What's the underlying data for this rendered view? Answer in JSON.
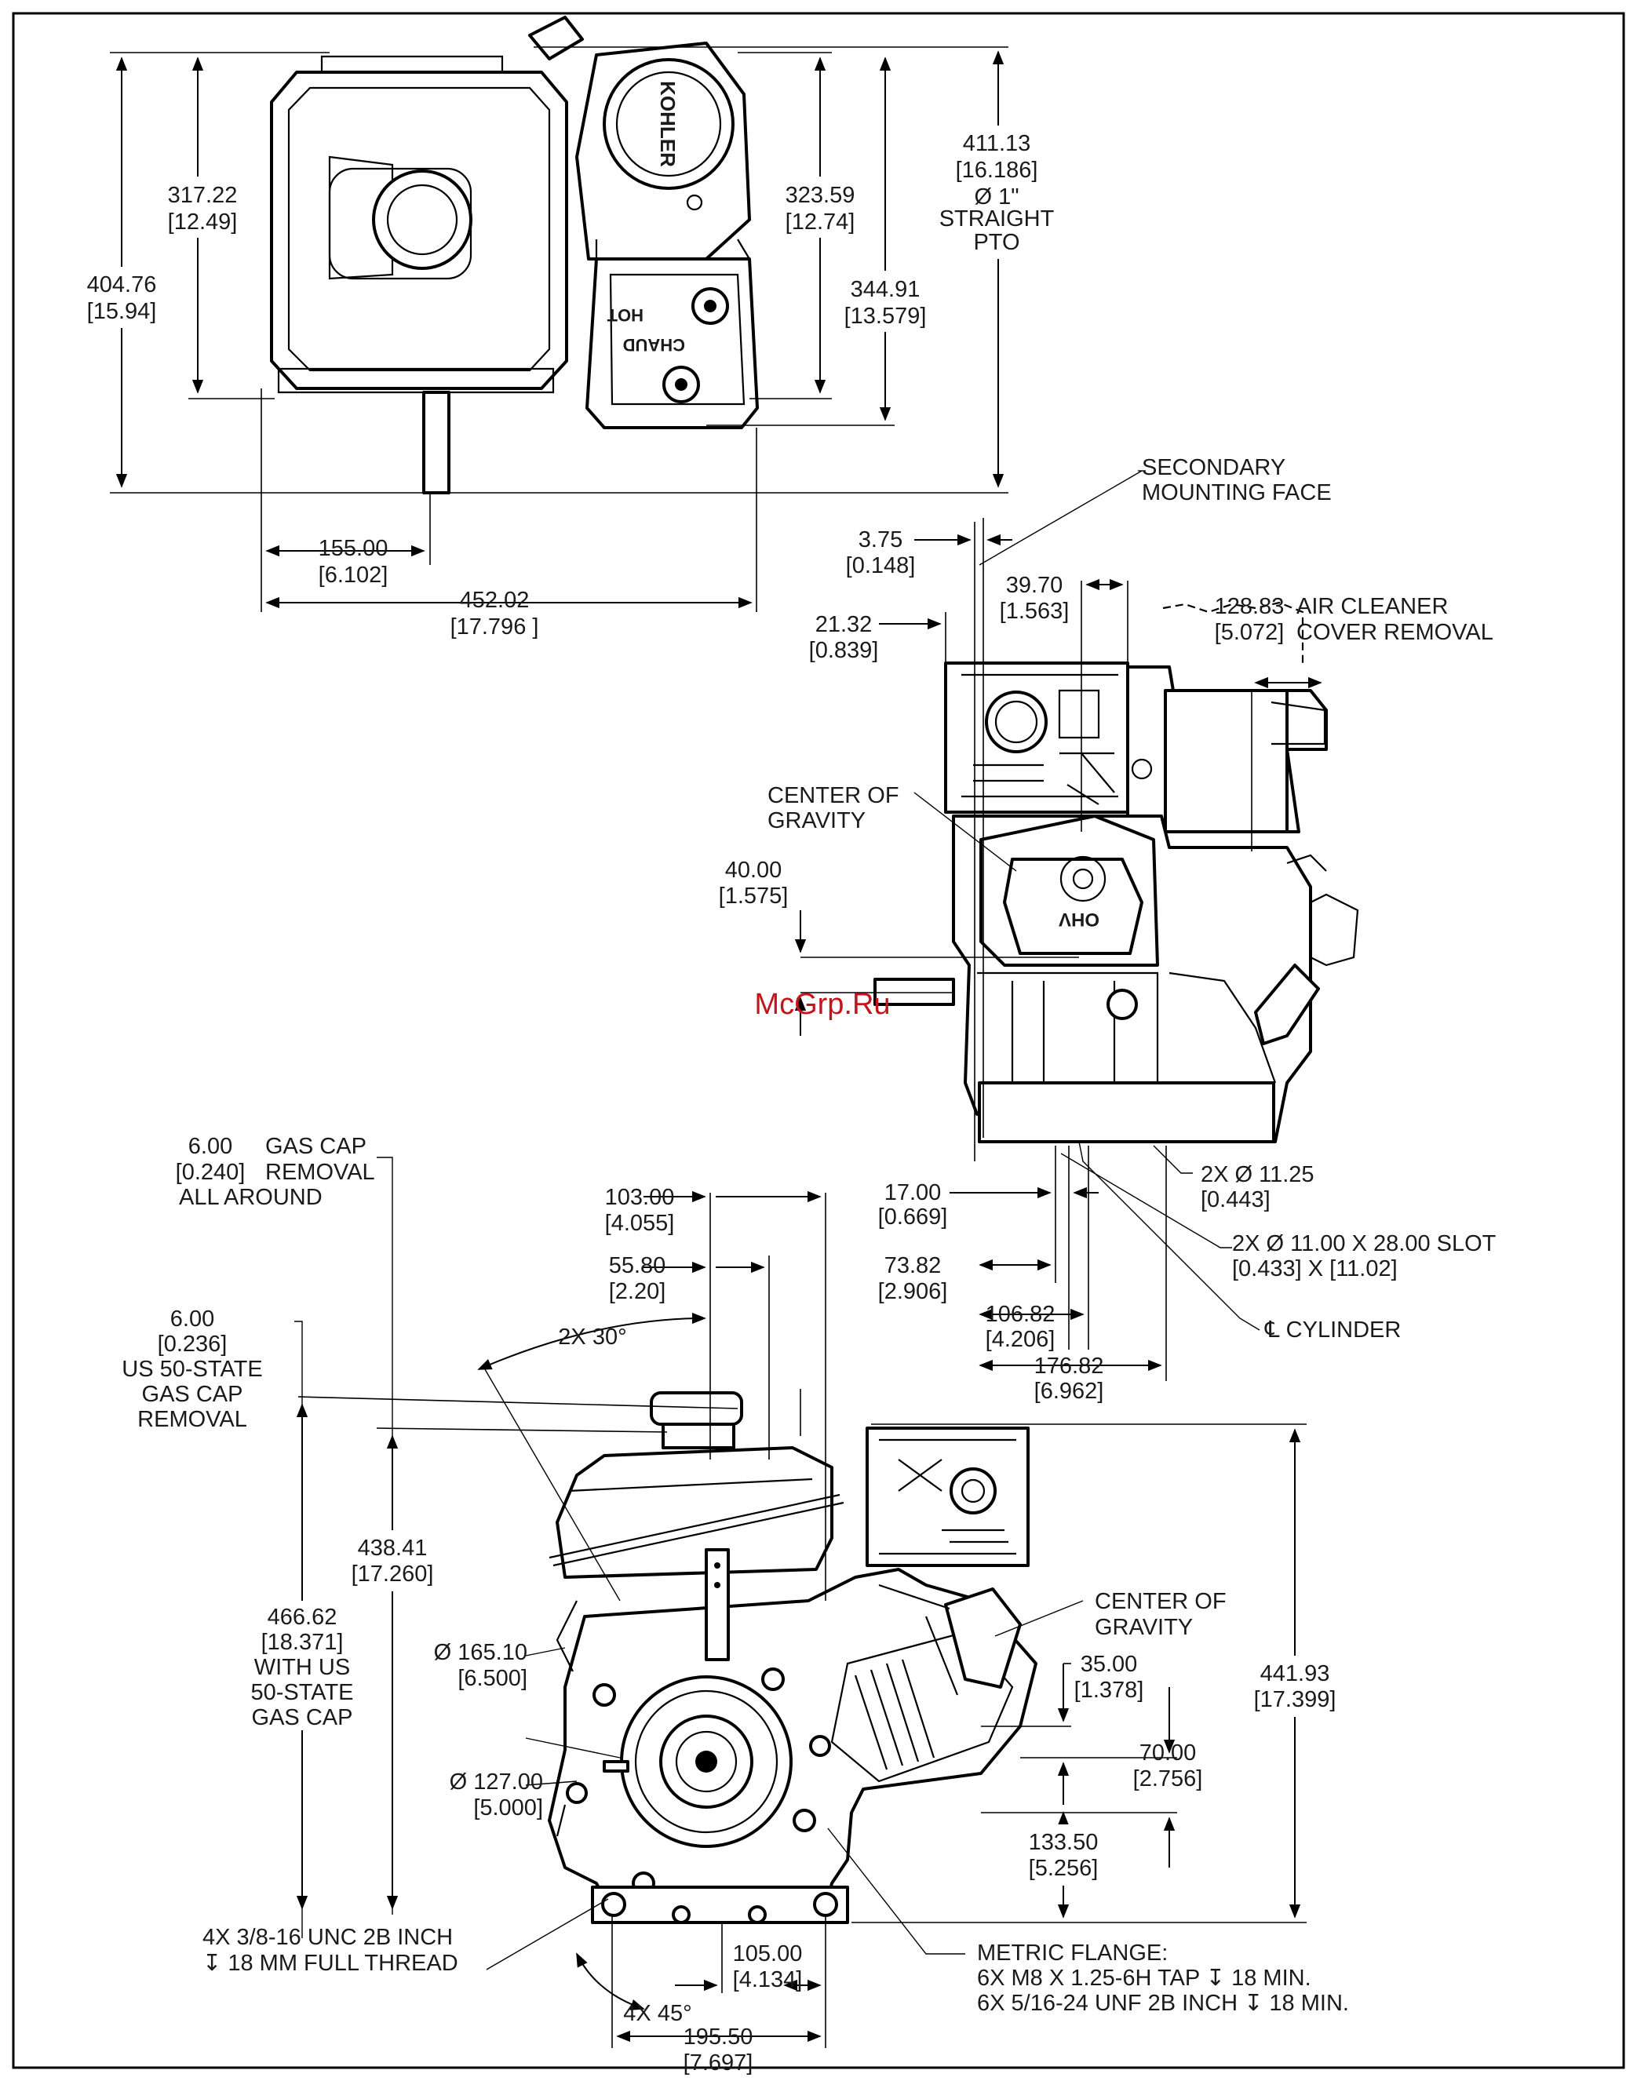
{
  "watermark": "McGrp.Ru",
  "top_view": {
    "brand_mark": "KOHLER",
    "panel_text": [
      "CHAUD",
      "HOT"
    ],
    "dims": {
      "h_317": [
        "317.22",
        "[12.49]"
      ],
      "h_404": [
        "404.76",
        "[15.94]"
      ],
      "h_323": [
        "323.59",
        "[12.74]"
      ],
      "h_344": [
        "344.91",
        "[13.579]"
      ],
      "pto": [
        "411.13",
        "[16.186]",
        "Ø 1\"",
        "STRAIGHT",
        "PTO"
      ],
      "w_155": [
        "155.00",
        "[6.102]"
      ],
      "w_452": [
        "452.02",
        "[17.796 ]"
      ]
    }
  },
  "side_view": {
    "badge": "OHV",
    "dims": {
      "secondary": [
        "SECONDARY",
        "MOUNTING FACE"
      ],
      "d_375": [
        "3.75",
        "[0.148]"
      ],
      "d_2132": [
        "21.32",
        "[0.839]"
      ],
      "d_3970": [
        "39.70",
        "[1.563]"
      ],
      "air_cleaner": [
        "128.83",
        "[5.072]",
        "AIR CLEANER",
        "COVER REMOVAL"
      ],
      "cog": [
        "CENTER OF",
        "GRAVITY"
      ],
      "d_40": [
        "40.00",
        "[1.575]"
      ],
      "d_17": [
        "17.00",
        "[0.669]"
      ],
      "d_7382": [
        "73.82",
        "[2.906]"
      ],
      "d_10682": [
        "106.82",
        "[4.206]"
      ],
      "d_17682": [
        "176.82",
        "[6.962]"
      ],
      "hole": [
        "2X Ø 11.25",
        "[0.443]"
      ],
      "slot": [
        "2X Ø 11.00 X 28.00 SLOT",
        "[0.433] X [11.02]"
      ],
      "cylinder": "℄ CYLINDER"
    }
  },
  "front_view": {
    "dims": {
      "gascap1": [
        "6.00",
        "[0.240]",
        "GAS CAP",
        "REMOVAL",
        "ALL  AROUND"
      ],
      "gascap2": [
        "6.00",
        "[0.236]",
        "US 50-STATE",
        "GAS CAP",
        "REMOVAL"
      ],
      "d_103": [
        "103.00",
        "[4.055]"
      ],
      "d_5580": [
        "55.80",
        "[2.20]"
      ],
      "angle_30": "2X 30°",
      "h_438": [
        "438.41",
        "[17.260]"
      ],
      "h_466": [
        "466.62",
        "[18.371]",
        "WITH US",
        "50-STATE",
        "GAS CAP"
      ],
      "d_165": [
        "Ø 165.10",
        "[6.500]"
      ],
      "d_127": [
        "Ø 127.00",
        "[5.000]"
      ],
      "cog": [
        "CENTER OF",
        "GRAVITY"
      ],
      "d_35": [
        "35.00",
        "[1.378]"
      ],
      "d_70": [
        "70.00",
        "[2.756]"
      ],
      "h_441": [
        "441.93",
        "[17.399]"
      ],
      "d_13350": [
        "133.50",
        "[5.256]"
      ],
      "thread": [
        "4X 3/8-16 UNC 2B INCH",
        "↧ 18 MM FULL THREAD"
      ],
      "angle_45": "4X 45°",
      "d_105": [
        "105.00",
        "[4.134]"
      ],
      "d_19550": [
        "195.50",
        "[7.697]"
      ],
      "flange": [
        "METRIC FLANGE:",
        "6X M8 X 1.25-6H TAP ↧ 18 MIN.",
        "6X 5/16-24 UNF 2B INCH ↧ 18 MIN."
      ]
    }
  }
}
